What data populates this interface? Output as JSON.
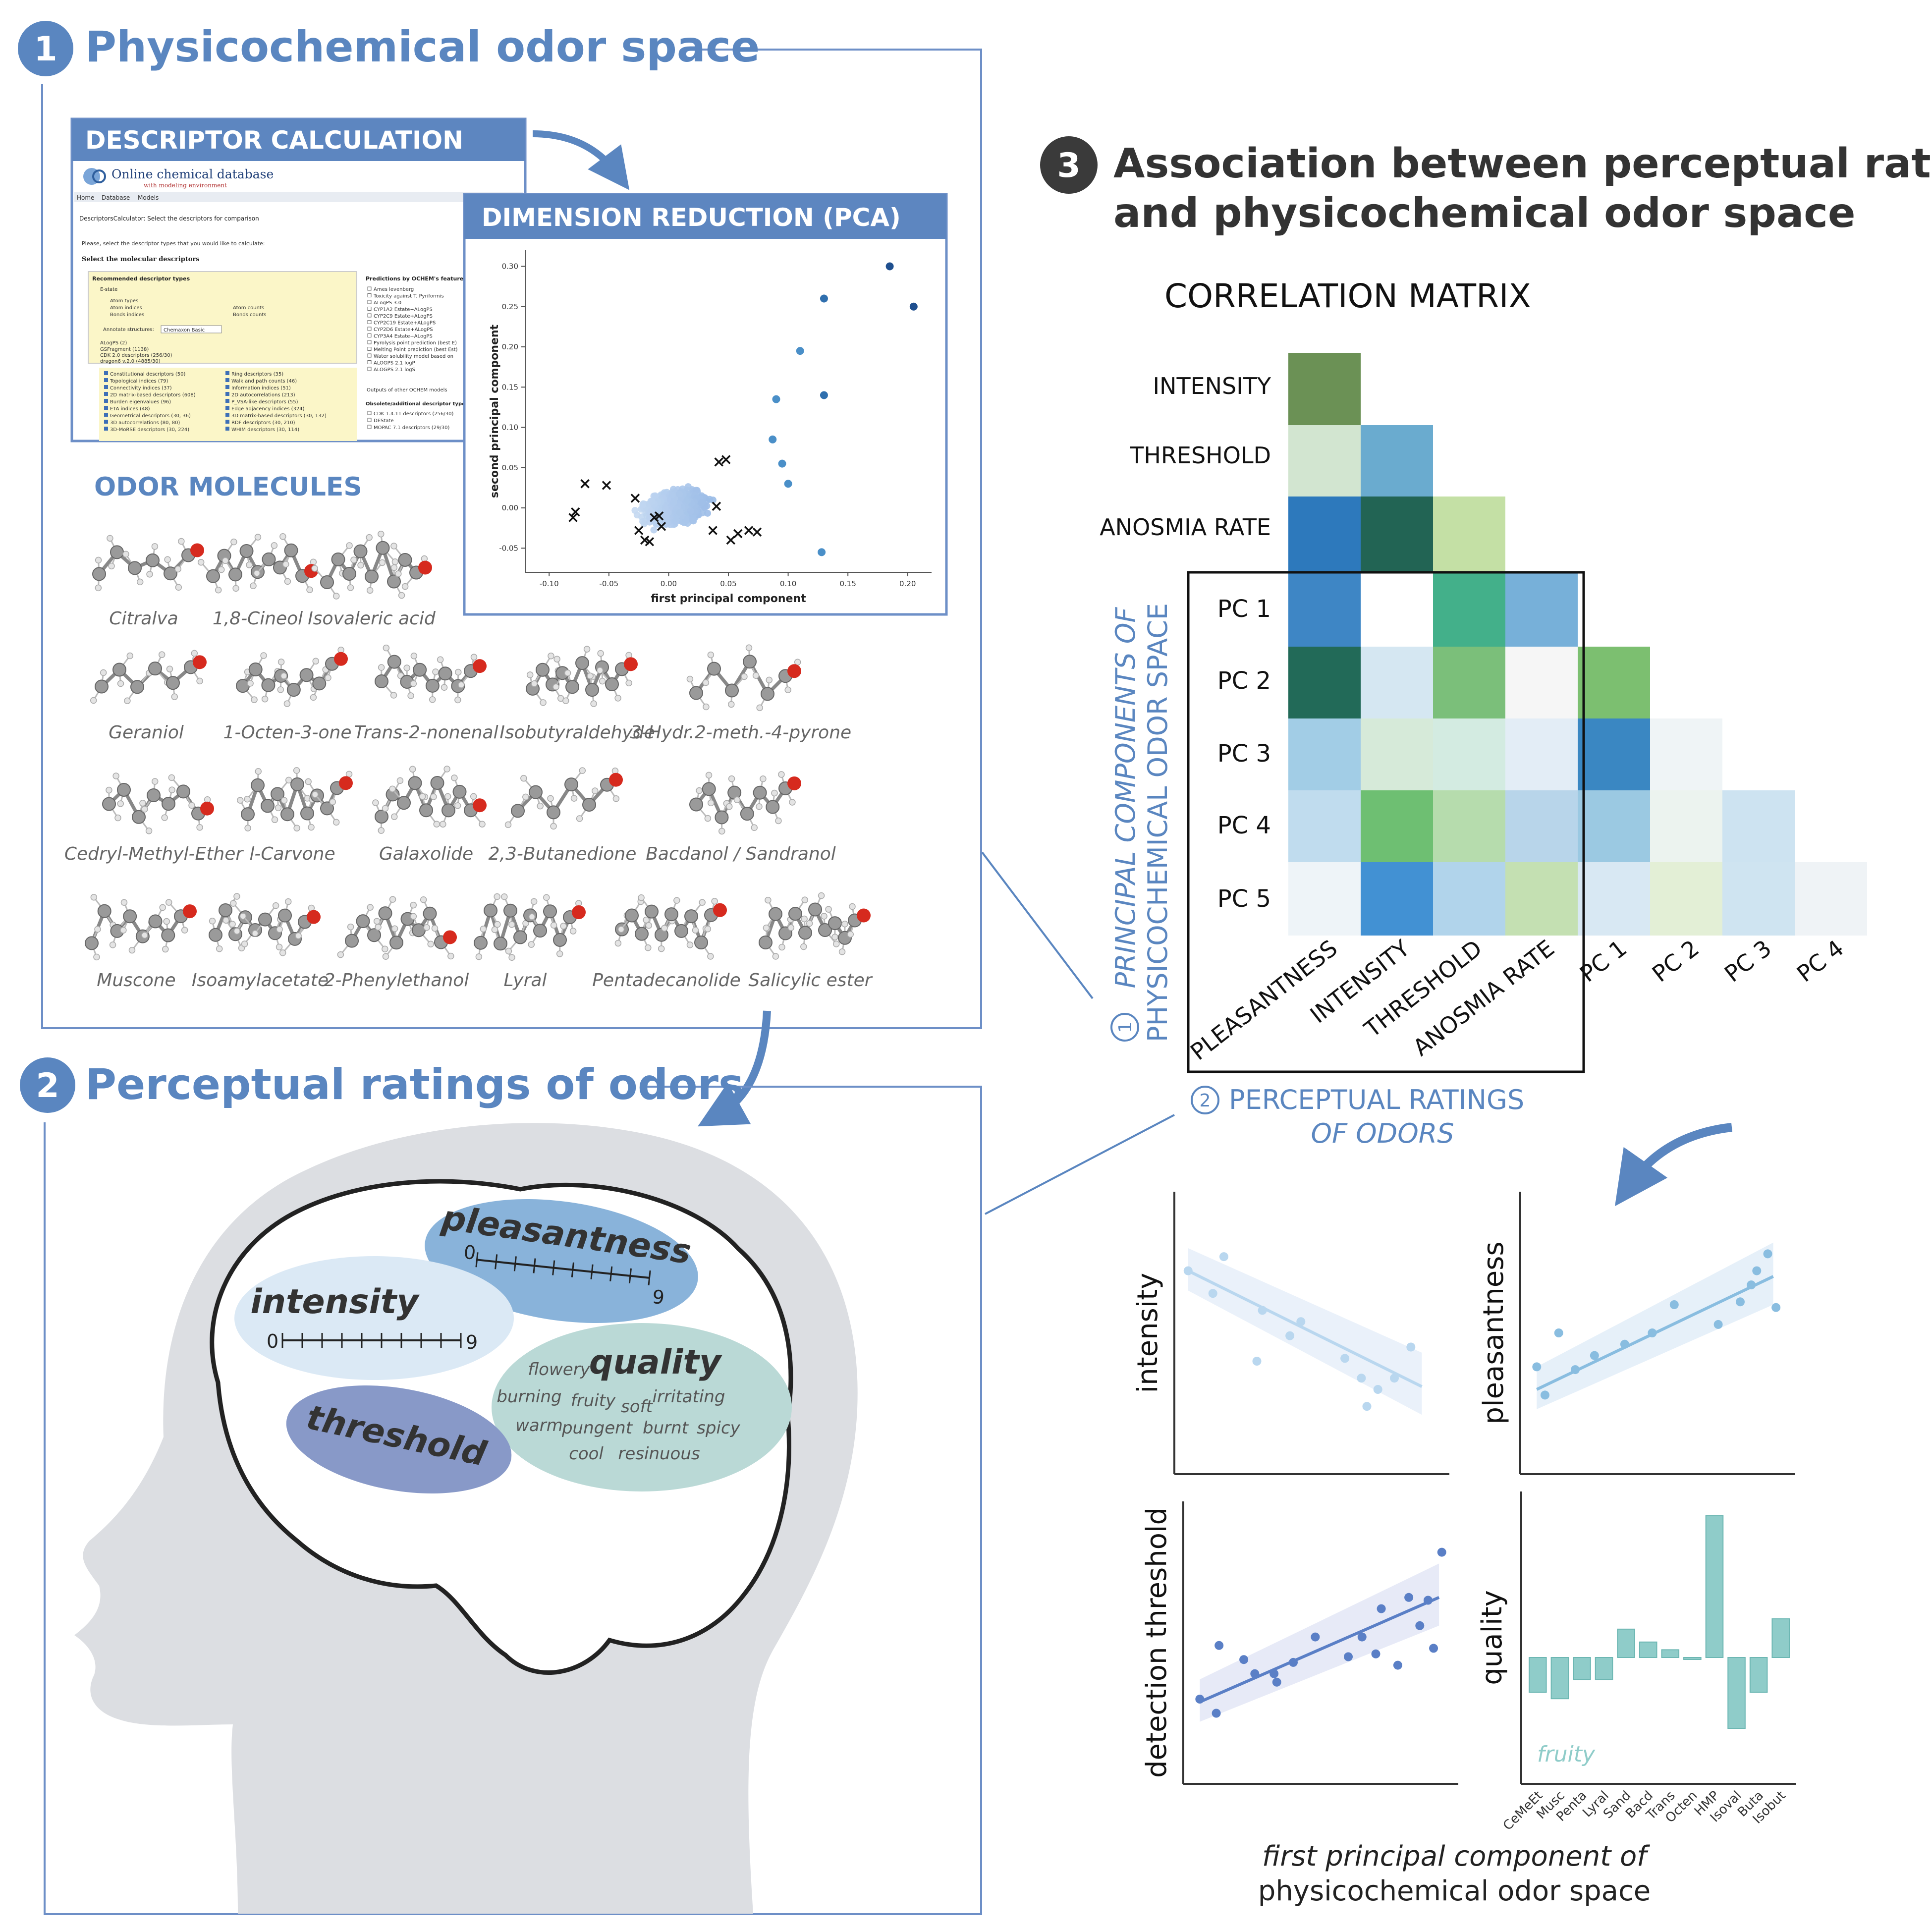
{
  "colors": {
    "accent": "#5a86c0",
    "header_bar": "#5d86c0",
    "frame": "#6d8fc7",
    "text_dark": "#222222",
    "brain": "#dcdee2"
  },
  "section1": {
    "number": "1",
    "title": "Physicochemical odor space",
    "descriptor_header": "DESCRIPTOR CALCULATION",
    "ochem": {
      "site_title": "Online chemical database",
      "site_subtitle": "with modeling environment",
      "menu": [
        "Home",
        "Database",
        "Models"
      ],
      "calc_title": "DescriptorsCalculator: Select the descriptors for comparison",
      "instruction": "Please, select the descriptor types that you would like to calculate:",
      "select_heading": "Select the molecular descriptors",
      "recommended_heading": "Recommended descriptor types",
      "predictions_heading": "Predictions by OCHEM's featured models",
      "estate": "E-state",
      "estate_options": [
        "Atom types",
        "Atom indices",
        "Bonds indices",
        "Atom counts",
        "Bonds counts"
      ],
      "annotate_label": "Annotate structures:",
      "annotate_value": "Chemaxon Basic",
      "alogps": "ALogPS (2)",
      "other_left": [
        "GSFragment (1138)",
        "CDK 2.0 descriptors (256/30)",
        "dragon6 v.2.0 (4885/30)"
      ],
      "dragon_left": [
        "Constitutional descriptors (50)",
        "Topological indices (79)",
        "Connectivity indices (37)",
        "2D matrix-based descriptors (608)",
        "Burden eigenvalues (96)",
        "ETA indices (48)",
        "Geometrical descriptors (30, 36)",
        "3D autocorrelations (80, 80)",
        "3D-MoRSE descriptors (30, 224)"
      ],
      "dragon_right": [
        "Ring descriptors (35)",
        "Walk and path counts (46)",
        "Information indices (51)",
        "2D autocorrelations (213)",
        "P_VSA-like descriptors (55)",
        "Edge adjacency indices (324)",
        "3D matrix-based descriptors (30, 132)",
        "RDF descriptors (30, 210)",
        "WHIM descriptors (30, 114)"
      ],
      "predictions": [
        "Ames levenberg",
        "Toxicity against T. Pyriformis",
        "ALogPS 3.0",
        "CYP1A2 Estate+ALogPS",
        "CYP2C9 Estate+ALogPS",
        "CYP2C19 Estate+ALogPS",
        "CYP2D6 Estate+ALogPS",
        "CYP3A4 Estate+ALogPS",
        "Pyrolysis point prediction (best E)",
        "Melting Point prediction (best Est)",
        "Water solubility model based on",
        "ALOGPS 2.1 logP",
        "ALOGPS 2.1 logS"
      ],
      "outputs": "Outputs of other OCHEM models",
      "obsolete_heading": "Obsolete/additional descriptor types",
      "obsolete": [
        "CDK 1.4.11 descriptors (256/30)",
        "DEState",
        "MOPAC 7.1 descriptors (29/30)"
      ]
    },
    "pca_header": "DIMENSION REDUCTION (PCA)",
    "odor_header": "ODOR MOLECULES",
    "molecules": [
      "Citralva",
      "1,8-Cineol",
      "Isovaleric acid",
      "Geraniol",
      "1-Octen-3-one",
      "Trans-2-nonenal",
      "Isobutyraldehyde",
      "3-Hydr.2-meth.-4-pyrone",
      "Cedryl-Methyl-Ether",
      "l-Carvone",
      "Galaxolide",
      "2,3-Butanedione",
      "Bacdanol / Sandranol",
      "Muscone",
      "Isoamylacetate",
      "2-Phenylethanol",
      "Lyral",
      "Pentadecanolide",
      "Salicylic ester"
    ]
  },
  "section2": {
    "number": "2",
    "title": "Perceptual ratings of odors",
    "pleasantness": "pleasantness",
    "intensity": "intensity",
    "threshold": "threshold",
    "quality": "quality",
    "scale_min": "0",
    "scale_max": "9",
    "quality_words": [
      "flowery",
      "burning",
      "fruity",
      "soft",
      "irritating",
      "warm",
      "pungent",
      "burnt",
      "spicy",
      "cool",
      "resinuous"
    ]
  },
  "section3": {
    "number": "3",
    "title_line1": "Association between perceptual ratings",
    "title_line2": "and physicochemical odor space",
    "matrix_title": "CORRELATION MATRIX",
    "row_labels_top": [
      "INTENSITY",
      "THRESHOLD",
      "ANOSMIA RATE"
    ],
    "row_labels_pc": [
      "PC 1",
      "PC 2",
      "PC 3",
      "PC 4",
      "PC 5"
    ],
    "col_labels_box": [
      "PLEASANTNESS",
      "INTENSITY",
      "THRESHOLD",
      "ANOSMIA RATE"
    ],
    "col_labels_pc": [
      "PC 1",
      "PC 2",
      "PC 3",
      "PC 4"
    ],
    "side_label_num": "1",
    "side_label_line1": "PRINCIPAL COMPONENTS OF",
    "side_label_line2": "PHYSICOCHEMICAL ODOR SPACE",
    "bottom_label_num": "2",
    "bottom_label_line1": "PERCEPTUAL RATINGS",
    "bottom_label_line2": "OF ODORS",
    "xaxis_line1": "first principal component of",
    "xaxis_line2": "physicochemical odor space",
    "quality_annotation": "fruity"
  },
  "chart_data": [
    {
      "type": "scatter",
      "xlabel": "first principal component",
      "ylabel": "second principal component",
      "xlim": [
        -0.12,
        0.22
      ],
      "ylim": [
        -0.08,
        0.32
      ],
      "xticks": [
        "-0.10",
        "-0.05",
        "0.00",
        "0.05",
        "0.10",
        "0.15",
        "0.20"
      ],
      "yticks": [
        "-0.05",
        "0.00",
        "0.05",
        "0.10",
        "0.15",
        "0.20",
        "0.25",
        "0.30"
      ],
      "series": [
        {
          "points": [
            [
              0.185,
              0.3
            ],
            [
              0.205,
              0.25
            ],
            [
              0.13,
              0.26
            ],
            [
              0.11,
              0.195
            ],
            [
              0.13,
              0.14
            ],
            [
              0.09,
              0.135
            ],
            [
              0.087,
              0.085
            ],
            [
              0.095,
              0.055
            ],
            [
              0.1,
              0.03
            ],
            [
              0.128,
              -0.055
            ]
          ]
        },
        {
          "points": [
            [
              -0.078,
              -0.005
            ],
            [
              -0.08,
              -0.012
            ],
            [
              -0.07,
              0.03
            ],
            [
              -0.052,
              0.028
            ],
            [
              -0.028,
              0.012
            ],
            [
              -0.012,
              -0.012
            ],
            [
              -0.008,
              -0.01
            ],
            [
              -0.025,
              -0.028
            ],
            [
              -0.02,
              -0.04
            ],
            [
              -0.016,
              -0.042
            ],
            [
              -0.006,
              -0.023
            ],
            [
              0.042,
              0.057
            ],
            [
              0.048,
              0.06
            ],
            [
              0.04,
              0.002
            ],
            [
              0.037,
              -0.028
            ],
            [
              0.052,
              -0.04
            ],
            [
              0.058,
              -0.032
            ],
            [
              0.067,
              -0.028
            ],
            [
              0.074,
              -0.03
            ]
          ]
        }
      ]
    },
    {
      "type": "heatmap",
      "title": "CORRELATION MATRIX",
      "rows": [
        "INTENSITY",
        "THRESHOLD",
        "ANOSMIA RATE",
        "PC 1",
        "PC 2",
        "PC 3",
        "PC 4",
        "PC 5"
      ],
      "columns": [
        "PLEASANTNESS",
        "INTENSITY",
        "THRESHOLD",
        "ANOSMIA RATE",
        "PC 1",
        "PC 2",
        "PC 3",
        "PC 4"
      ],
      "cell_colors": [
        [
          "#6b9155"
        ],
        [
          "#d2e5d0",
          "#6aabcf"
        ],
        [
          "#2d79bc",
          "#226454",
          "#c4e0a5"
        ],
        [
          "#3e86c5",
          "#ffffff",
          "#43b08a",
          "#77b0d9"
        ],
        [
          "#226a58",
          "#d5e7f2",
          "#7bbf7a",
          "#f6f6f6",
          "#7cbf70"
        ],
        [
          "#a2cde6",
          "#d6ead9",
          "#d3ebe1",
          "#e3edf6",
          "#3a87c2",
          "#eff4f6"
        ],
        [
          "#c0dcee",
          "#6ebf72",
          "#b6dcad",
          "#b8d5ea",
          "#9bc9e2",
          "#ecf3ef",
          "#cde3f1"
        ],
        [
          "#eef4f8",
          "#4291d3",
          "#b1d4eb",
          "#c4e0b2",
          "#d8e8f3",
          "#e3efd6",
          "#cfe4f1",
          "#eff3f6"
        ]
      ]
    },
    {
      "type": "scatter",
      "ylabel": "intensity",
      "series": [
        {
          "points": [
            [
              0.05,
              0.72
            ],
            [
              0.18,
              0.77
            ],
            [
              0.14,
              0.64
            ],
            [
              0.32,
              0.58
            ],
            [
              0.42,
              0.49
            ],
            [
              0.46,
              0.54
            ],
            [
              0.3,
              0.4
            ],
            [
              0.62,
              0.41
            ],
            [
              0.68,
              0.34
            ],
            [
              0.74,
              0.3
            ],
            [
              0.8,
              0.34
            ],
            [
              0.86,
              0.45
            ],
            [
              0.7,
              0.24
            ]
          ]
        }
      ],
      "fit": [
        [
          0.05,
          0.72
        ],
        [
          0.9,
          0.31
        ]
      ]
    },
    {
      "type": "scatter",
      "ylabel": "pleasantness",
      "series": [
        {
          "points": [
            [
              0.06,
              0.38
            ],
            [
              0.09,
              0.28
            ],
            [
              0.14,
              0.5
            ],
            [
              0.2,
              0.37
            ],
            [
              0.27,
              0.42
            ],
            [
              0.38,
              0.46
            ],
            [
              0.48,
              0.5
            ],
            [
              0.56,
              0.6
            ],
            [
              0.72,
              0.53
            ],
            [
              0.8,
              0.61
            ],
            [
              0.84,
              0.67
            ],
            [
              0.86,
              0.72
            ],
            [
              0.9,
              0.78
            ],
            [
              0.93,
              0.59
            ]
          ]
        }
      ],
      "fit": [
        [
          0.06,
          0.3
        ],
        [
          0.92,
          0.7
        ]
      ]
    },
    {
      "type": "scatter",
      "ylabel": "detection threshold",
      "series": [
        {
          "points": [
            [
              0.06,
              0.3
            ],
            [
              0.12,
              0.25
            ],
            [
              0.13,
              0.49
            ],
            [
              0.22,
              0.44
            ],
            [
              0.26,
              0.39
            ],
            [
              0.33,
              0.39
            ],
            [
              0.34,
              0.36
            ],
            [
              0.4,
              0.43
            ],
            [
              0.48,
              0.52
            ],
            [
              0.6,
              0.45
            ],
            [
              0.65,
              0.52
            ],
            [
              0.7,
              0.46
            ],
            [
              0.72,
              0.62
            ],
            [
              0.78,
              0.42
            ],
            [
              0.82,
              0.66
            ],
            [
              0.86,
              0.56
            ],
            [
              0.89,
              0.65
            ],
            [
              0.91,
              0.48
            ],
            [
              0.94,
              0.82
            ]
          ]
        }
      ],
      "fit": [
        [
          0.06,
          0.29
        ],
        [
          0.93,
          0.66
        ]
      ]
    },
    {
      "type": "bar",
      "ylabel": "quality",
      "categories": [
        "CeMeEt",
        "Musc",
        "Penta",
        "Lyral",
        "Sand",
        "Bacd",
        "Trans",
        "Octen",
        "HMP",
        "Isoval",
        "Buta",
        "Isobut"
      ],
      "values": [
        -0.27,
        -0.32,
        -0.17,
        -0.17,
        0.22,
        0.12,
        0.06,
        -0.01,
        1.1,
        -0.55,
        -0.27,
        0.3
      ],
      "annotations": [
        "fruity"
      ]
    }
  ]
}
